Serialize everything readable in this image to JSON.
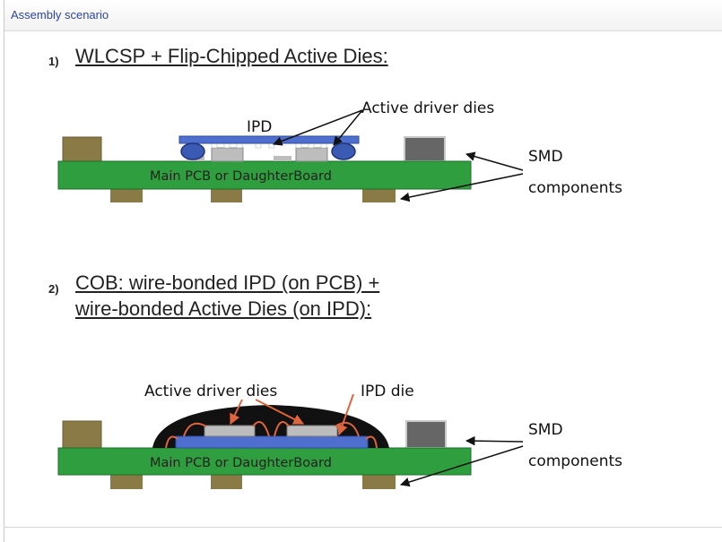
{
  "header": {
    "title": "Assembly scenario"
  },
  "scenario1": {
    "number": "1)",
    "title": "WLCSP + Flip-Chipped Active Dies:",
    "ipd_label": "IPD",
    "active_label": "Active driver dies",
    "pcb_label": "Main PCB or DaughterBoard",
    "smd_label_1": "SMD",
    "smd_label_2": "components"
  },
  "scenario2": {
    "number": "2)",
    "title_line1": "COB: wire-bonded IPD (on PCB) +",
    "title_line2": "wire-bonded Active Dies (on IPD):",
    "active_label": "Active driver dies",
    "ipd_die_label": "IPD die",
    "pcb_label": "Main PCB or DaughterBoard",
    "smd_label_1": "SMD",
    "smd_label_2": "components"
  },
  "colors": {
    "pcb": "#2f9e3e",
    "pcb_edge": "#1f6d2a",
    "smd_brown": "#8a7a45",
    "smd_grey": "#666666",
    "ipd_blue": "#4f6fcf",
    "bump": "#2c4aa0",
    "active_die": "#bdbdbd",
    "wire": "#e0643c",
    "encapsulant": "#111111",
    "header_text": "#2c45a6"
  }
}
